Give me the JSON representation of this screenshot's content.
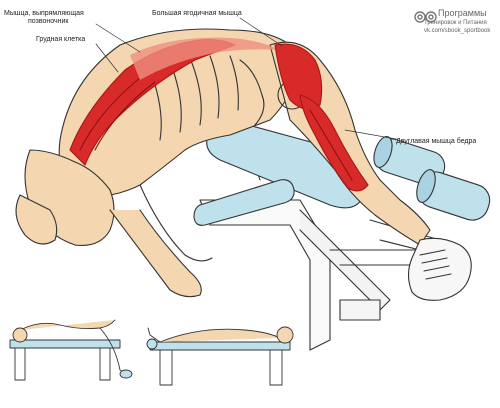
{
  "labels": {
    "erector_line1": "Мышца, выпрямляющая",
    "erector_line2": "позвоночник",
    "chest": "Грудная клетка",
    "gluteus": "Большая ягодичная мышца",
    "biceps_femoris": "Двуглавая мышца бедра"
  },
  "brand": {
    "title": "Программы",
    "subtitle": "Тренировок и Питания",
    "url": "vk.com/sbook_sportbook",
    "logo_icon": "dumbbell-icon"
  },
  "colors": {
    "muscle": "#d92a2a",
    "muscle_light": "#ef8f80",
    "skin": "#f4d6b0",
    "pad": "#bfe1ec",
    "outline": "#333333"
  }
}
